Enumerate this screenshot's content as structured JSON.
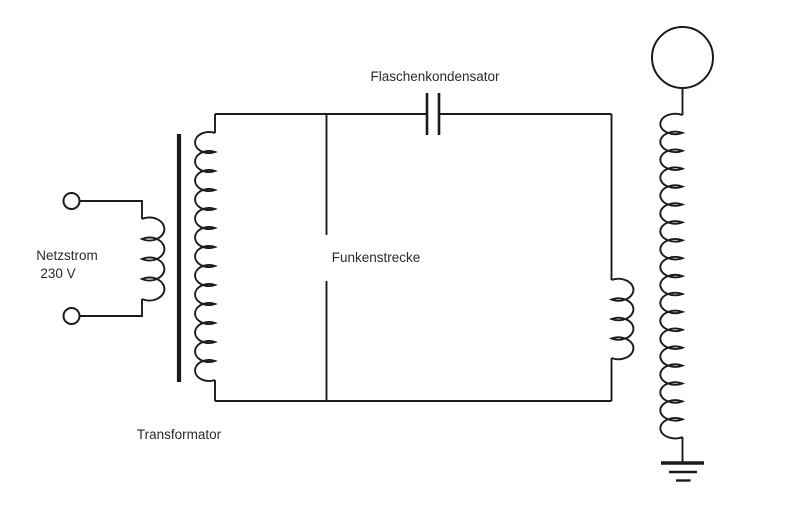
{
  "diagram": {
    "type": "circuit-schematic",
    "colors": {
      "background": "#ffffff",
      "line": "#1b1b1b",
      "text": "#2a2a2a"
    },
    "labels": {
      "mains_line1": "Netzstrom",
      "mains_line2": "230 V",
      "transformer": "Transformator",
      "spark_gap": "Funkenstrecke",
      "capacitor": "Flaschenkondensator"
    },
    "components": [
      "mains-terminal-top",
      "mains-terminal-bottom",
      "transformer-primary-coil",
      "transformer-core",
      "transformer-secondary-coil",
      "bottle-capacitor",
      "spark-gap",
      "tank-circuit-loop",
      "tesla-primary-coil",
      "tesla-secondary-coil",
      "topload-sphere",
      "earth-ground"
    ]
  }
}
